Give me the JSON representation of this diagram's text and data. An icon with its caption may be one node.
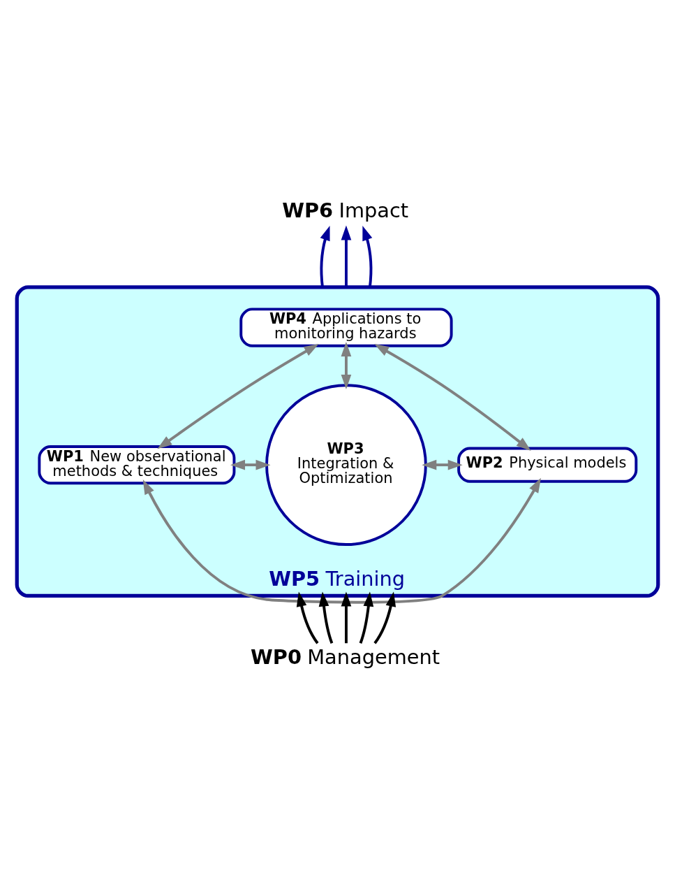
{
  "diagram": {
    "nodes": [
      {
        "text": [
          "**WP6** Impact"
        ]
      },
      {
        "text": [
          "**WP5** Training"
        ]
      },
      {
        "text": [
          "**WP4** Applications to monitoring hazards"
        ],
        "in": 1
      },
      {
        "text": [
          "**WP1** New observational methods & techniques"
        ],
        "in": 1
      },
      {
        "text": [
          "WP3",
          "Integration & Optimization"
        ],
        "in": 1
      },
      {
        "text": [
          "**WP2** Physical models"
        ],
        "in": 1
      },
      {
        "text": [
          "**WP0** Management"
        ]
      }
    ],
    "edges": [
      {
        "from": 1,
        "to": 0,
        "arrow": "to",
        "color": "#000099"
      },
      {
        "from": 1,
        "to": 0,
        "arrow": "to",
        "color": "#000099"
      },
      {
        "from": 1,
        "to": 0,
        "arrow": "to",
        "color": "#000099"
      },
      {
        "from": 6,
        "to": 1,
        "arrow": "to",
        "color": "#000000"
      },
      {
        "from": 6,
        "to": 1,
        "arrow": "to",
        "color": "#000000"
      },
      {
        "from": 6,
        "to": 1,
        "arrow": "to",
        "color": "#000000"
      },
      {
        "from": 6,
        "to": 1,
        "arrow": "to",
        "color": "#000000"
      },
      {
        "from": 6,
        "to": 1,
        "arrow": "to",
        "color": "#000000"
      },
      {
        "from": 4,
        "to": 2,
        "arrow": "both",
        "color": "#808080"
      },
      {
        "from": 4,
        "to": 3,
        "arrow": "both",
        "color": "#808080"
      },
      {
        "from": 4,
        "to": 5,
        "arrow": "both",
        "color": "#808080"
      },
      {
        "from": 3,
        "to": 2,
        "arrow": "both",
        "color": "#808080"
      },
      {
        "from": 5,
        "to": 2,
        "arrow": "both",
        "color": "#808080"
      },
      {
        "from": 3,
        "to": 5,
        "arrow": "both",
        "color": "#808080"
      }
    ]
  }
}
